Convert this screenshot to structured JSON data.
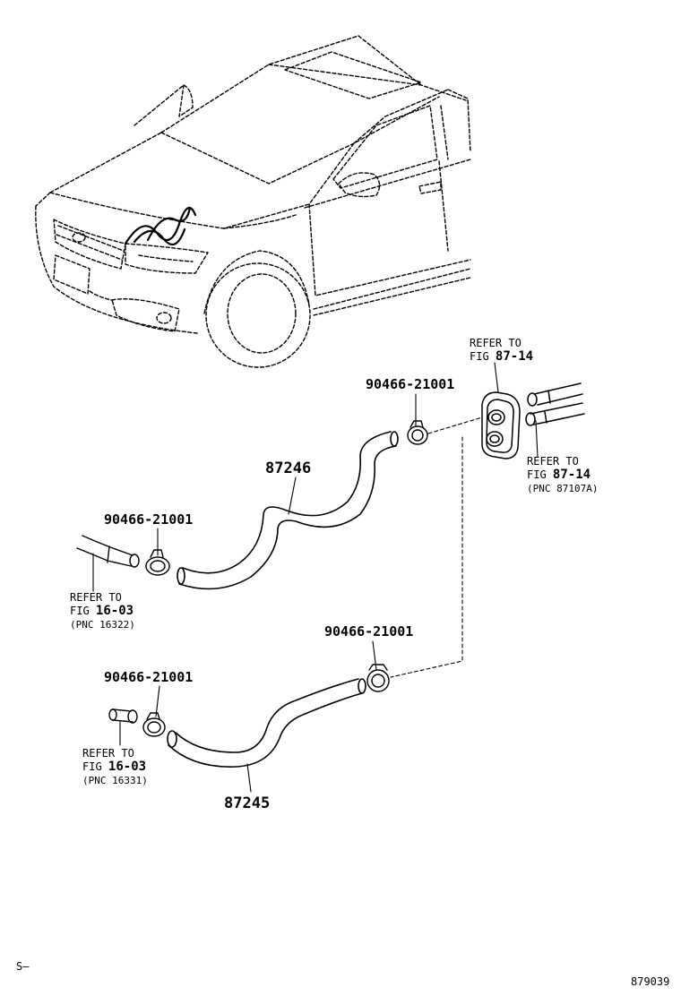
{
  "labels": {
    "hose_upper": "87246",
    "hose_lower": "87245",
    "clamp_upper_left": "90466-21001",
    "clamp_upper_right": "90466-21001",
    "clamp_lower_left": "90466-21001",
    "clamp_lower_right": "90466-21001"
  },
  "refs": {
    "grommet": {
      "line1": "REFER TO",
      "fig_prefix": "FIG",
      "fig": "87-14"
    },
    "pipes": {
      "line1": "REFER TO",
      "fig_prefix": "FIG",
      "fig": "87-14",
      "pnc": "(PNC 87107A)"
    },
    "engine_upper": {
      "line1": "REFER TO",
      "fig_prefix": "FIG",
      "fig": "16-03",
      "pnc": "(PNC 16322)"
    },
    "engine_lower": {
      "line1": "REFER TO",
      "fig_prefix": "FIG",
      "fig": "16-03",
      "pnc": "(PNC 16331)"
    }
  },
  "footer": {
    "left_mark": "S–",
    "figure_id": "879039"
  },
  "colors": {
    "ink": "#000000",
    "paper": "#ffffff"
  }
}
